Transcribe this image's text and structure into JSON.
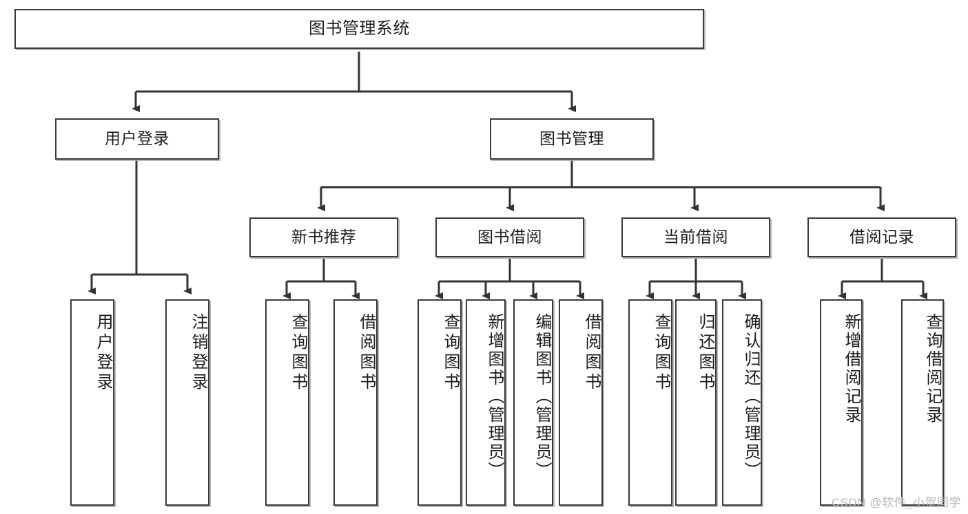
{
  "diagram": {
    "title": "图书管理系统",
    "watermark": "CSDN @软件_小贺同学",
    "levels": {
      "root": "图书管理系统",
      "level2": [
        "用户登录",
        "图书管理"
      ],
      "level3": [
        "新书推荐",
        "图书借阅",
        "当前借阅",
        "借阅记录"
      ]
    },
    "nodes": {
      "root": {
        "label": "图书管理系统"
      },
      "user_login": {
        "label": "用户登录"
      },
      "book_manage": {
        "label": "图书管理"
      },
      "new_book_rec": {
        "label": "新书推荐"
      },
      "book_borrow": {
        "label": "图书借阅"
      },
      "current_borrow": {
        "label": "当前借阅"
      },
      "borrow_record": {
        "label": "借阅记录"
      },
      "leaf_user_login": {
        "label": "用户登录"
      },
      "leaf_logout": {
        "label": "注销登录"
      },
      "leaf_query_book_a": {
        "label": "查询图书"
      },
      "leaf_borrow_book_a": {
        "label": "借阅图书"
      },
      "leaf_query_book_b": {
        "label": "查询图书"
      },
      "leaf_add_book": {
        "label": "新增图书（管理员）"
      },
      "leaf_edit_book": {
        "label": "编辑图书（管理员）"
      },
      "leaf_borrow_book_b": {
        "label": "借阅图书"
      },
      "leaf_query_book_c": {
        "label": "查询图书"
      },
      "leaf_return_book": {
        "label": "归还图书"
      },
      "leaf_confirm_return": {
        "label": "确认归还（管理员）"
      },
      "leaf_add_record": {
        "label": "新增借阅记录"
      },
      "leaf_query_record": {
        "label": "查询借阅记录"
      }
    },
    "colors": {
      "border": "#3a3a3a",
      "background": "#ffffff",
      "text": "#1b1b1b",
      "edge": "#333333",
      "watermark": "#b8b8b8"
    }
  }
}
